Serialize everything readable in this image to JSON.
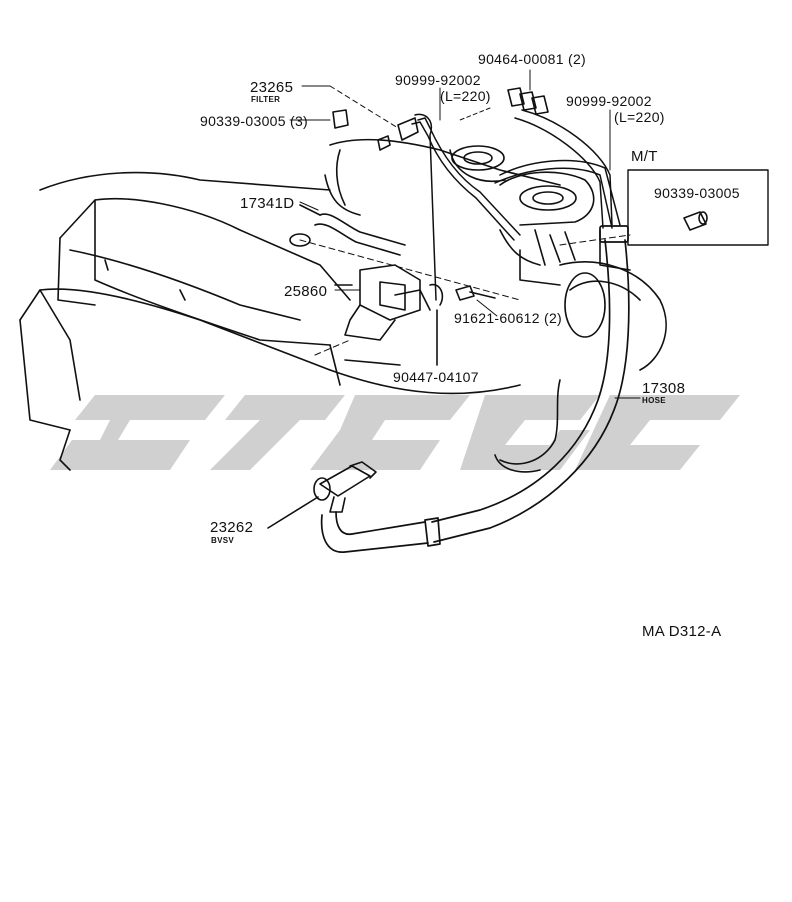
{
  "parts": {
    "filter_part": "23265",
    "filter_label": "FILTER",
    "plug_left": "90339-03005 (3)",
    "clip_top": "90464-00081 (2)",
    "hose_left_no": "90999-92002",
    "hose_left_len": "(L=220)",
    "hose_right_no": "90999-92002",
    "hose_right_len": "(L=220)",
    "bracket_hose": "17341D",
    "vsv_bracket": "25860",
    "bolt": "91621-60612 (2)",
    "clamp": "90447-04107",
    "hose_main": "17308",
    "hose_main_label": "HOSE",
    "bvsv": "23262",
    "bvsv_label": "BVSV",
    "mt_plug": "90339-03005"
  },
  "inset": {
    "title": "M/T"
  },
  "figure_code": "MA D312-A",
  "watermark": {
    "color": "#d0d0d0"
  }
}
